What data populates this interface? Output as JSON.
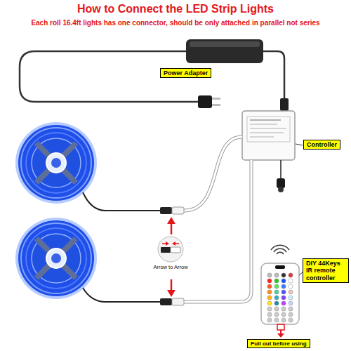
{
  "diagram": {
    "title": "How to Connect the LED Strip Lights",
    "nodes": [
      {
        "text": [
          "Power Adapter"
        ]
      },
      {
        "text": [
          "Controller"
        ]
      },
      {
        "text": [
          "DIY 44Keys IR remote controller"
        ]
      },
      {
        "text": [
          "Pull out before using"
        ]
      }
    ],
    "labels": [
      "Each roll 16.4ft lights has one connector, should be only attached in parallel not series",
      "Arrow to Arrow"
    ]
  }
}
